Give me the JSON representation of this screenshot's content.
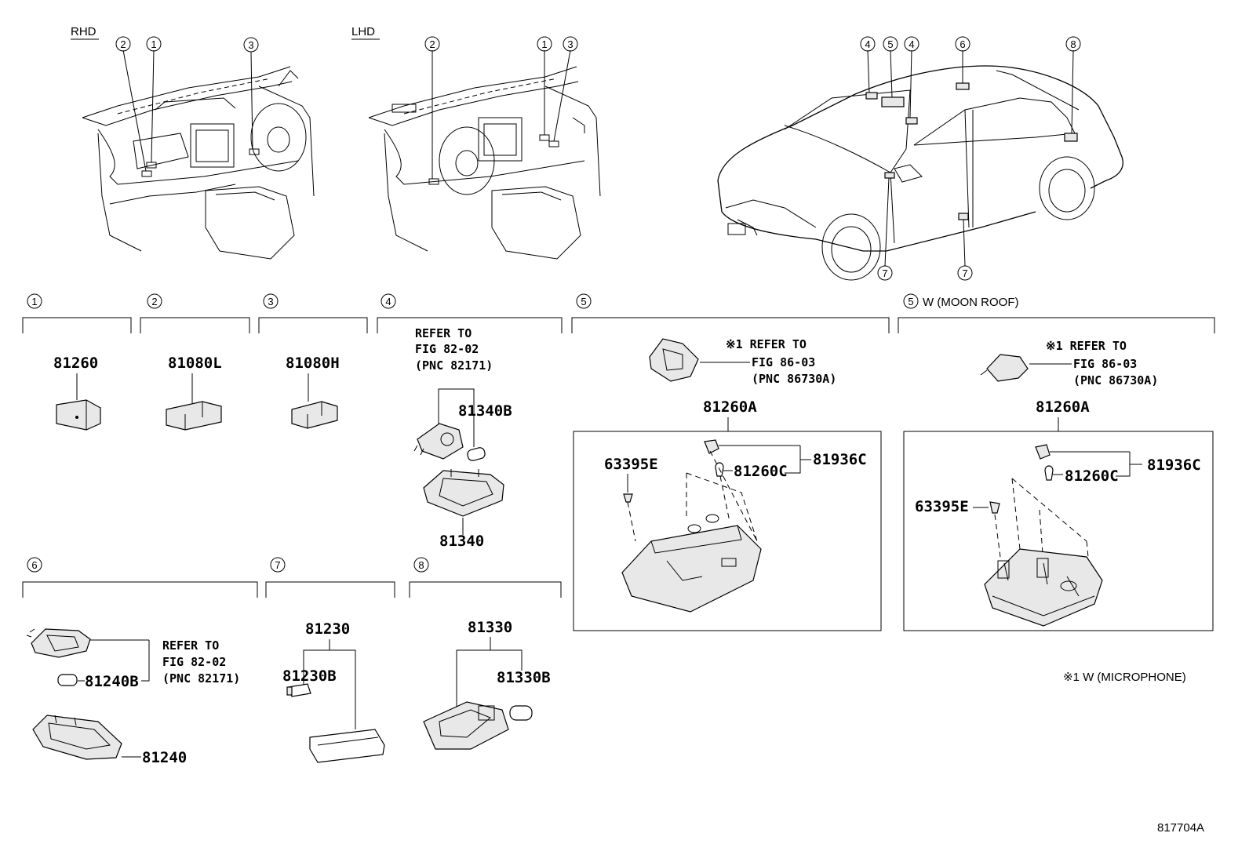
{
  "views": {
    "rhd_label": "RHD",
    "lhd_label": "LHD"
  },
  "callouts": {
    "rhd": [
      "2",
      "1",
      "3"
    ],
    "lhd": [
      "2",
      "1",
      "3"
    ],
    "car_top": [
      "4",
      "5",
      "4",
      "6",
      "8"
    ],
    "car_bottom": [
      "7",
      "7"
    ]
  },
  "sections": [
    {
      "num": "1",
      "title": ""
    },
    {
      "num": "2",
      "title": ""
    },
    {
      "num": "3",
      "title": ""
    },
    {
      "num": "4",
      "title": ""
    },
    {
      "num": "5",
      "title": ""
    },
    {
      "num": "5",
      "title": "W (MOON ROOF)"
    },
    {
      "num": "6",
      "title": ""
    },
    {
      "num": "7",
      "title": ""
    },
    {
      "num": "8",
      "title": ""
    }
  ],
  "parts": {
    "p81260": "81260",
    "p81080L": "81080L",
    "p81080H": "81080H",
    "p81340B": "81340B",
    "p81340": "81340",
    "p81260A_1": "81260A",
    "p63395E_1": "63395E",
    "p81936C_1": "81936C",
    "p81260C_1": "81260C",
    "p81260A_2": "81260A",
    "p63395E_2": "63395E",
    "p81936C_2": "81936C",
    "p81260C_2": "81260C",
    "p81240B": "81240B",
    "p81240": "81240",
    "p81230": "81230",
    "p81230B": "81230B",
    "p81330": "81330",
    "p81330B": "81330B"
  },
  "refers": {
    "s4": [
      "REFER TO",
      "FIG 82-02",
      "(PNC 82171)"
    ],
    "s5a": [
      "※1 REFER TO",
      "FIG 86-03",
      "(PNC 86730A)"
    ],
    "s5b": [
      "※1 REFER TO",
      "FIG 86-03",
      "(PNC 86730A)"
    ],
    "s6": [
      "REFER TO",
      "FIG 82-02",
      "(PNC 82171)"
    ]
  },
  "notes": {
    "microphone": "※1 W (MICROPHONE)",
    "figure_id": "817704A"
  }
}
